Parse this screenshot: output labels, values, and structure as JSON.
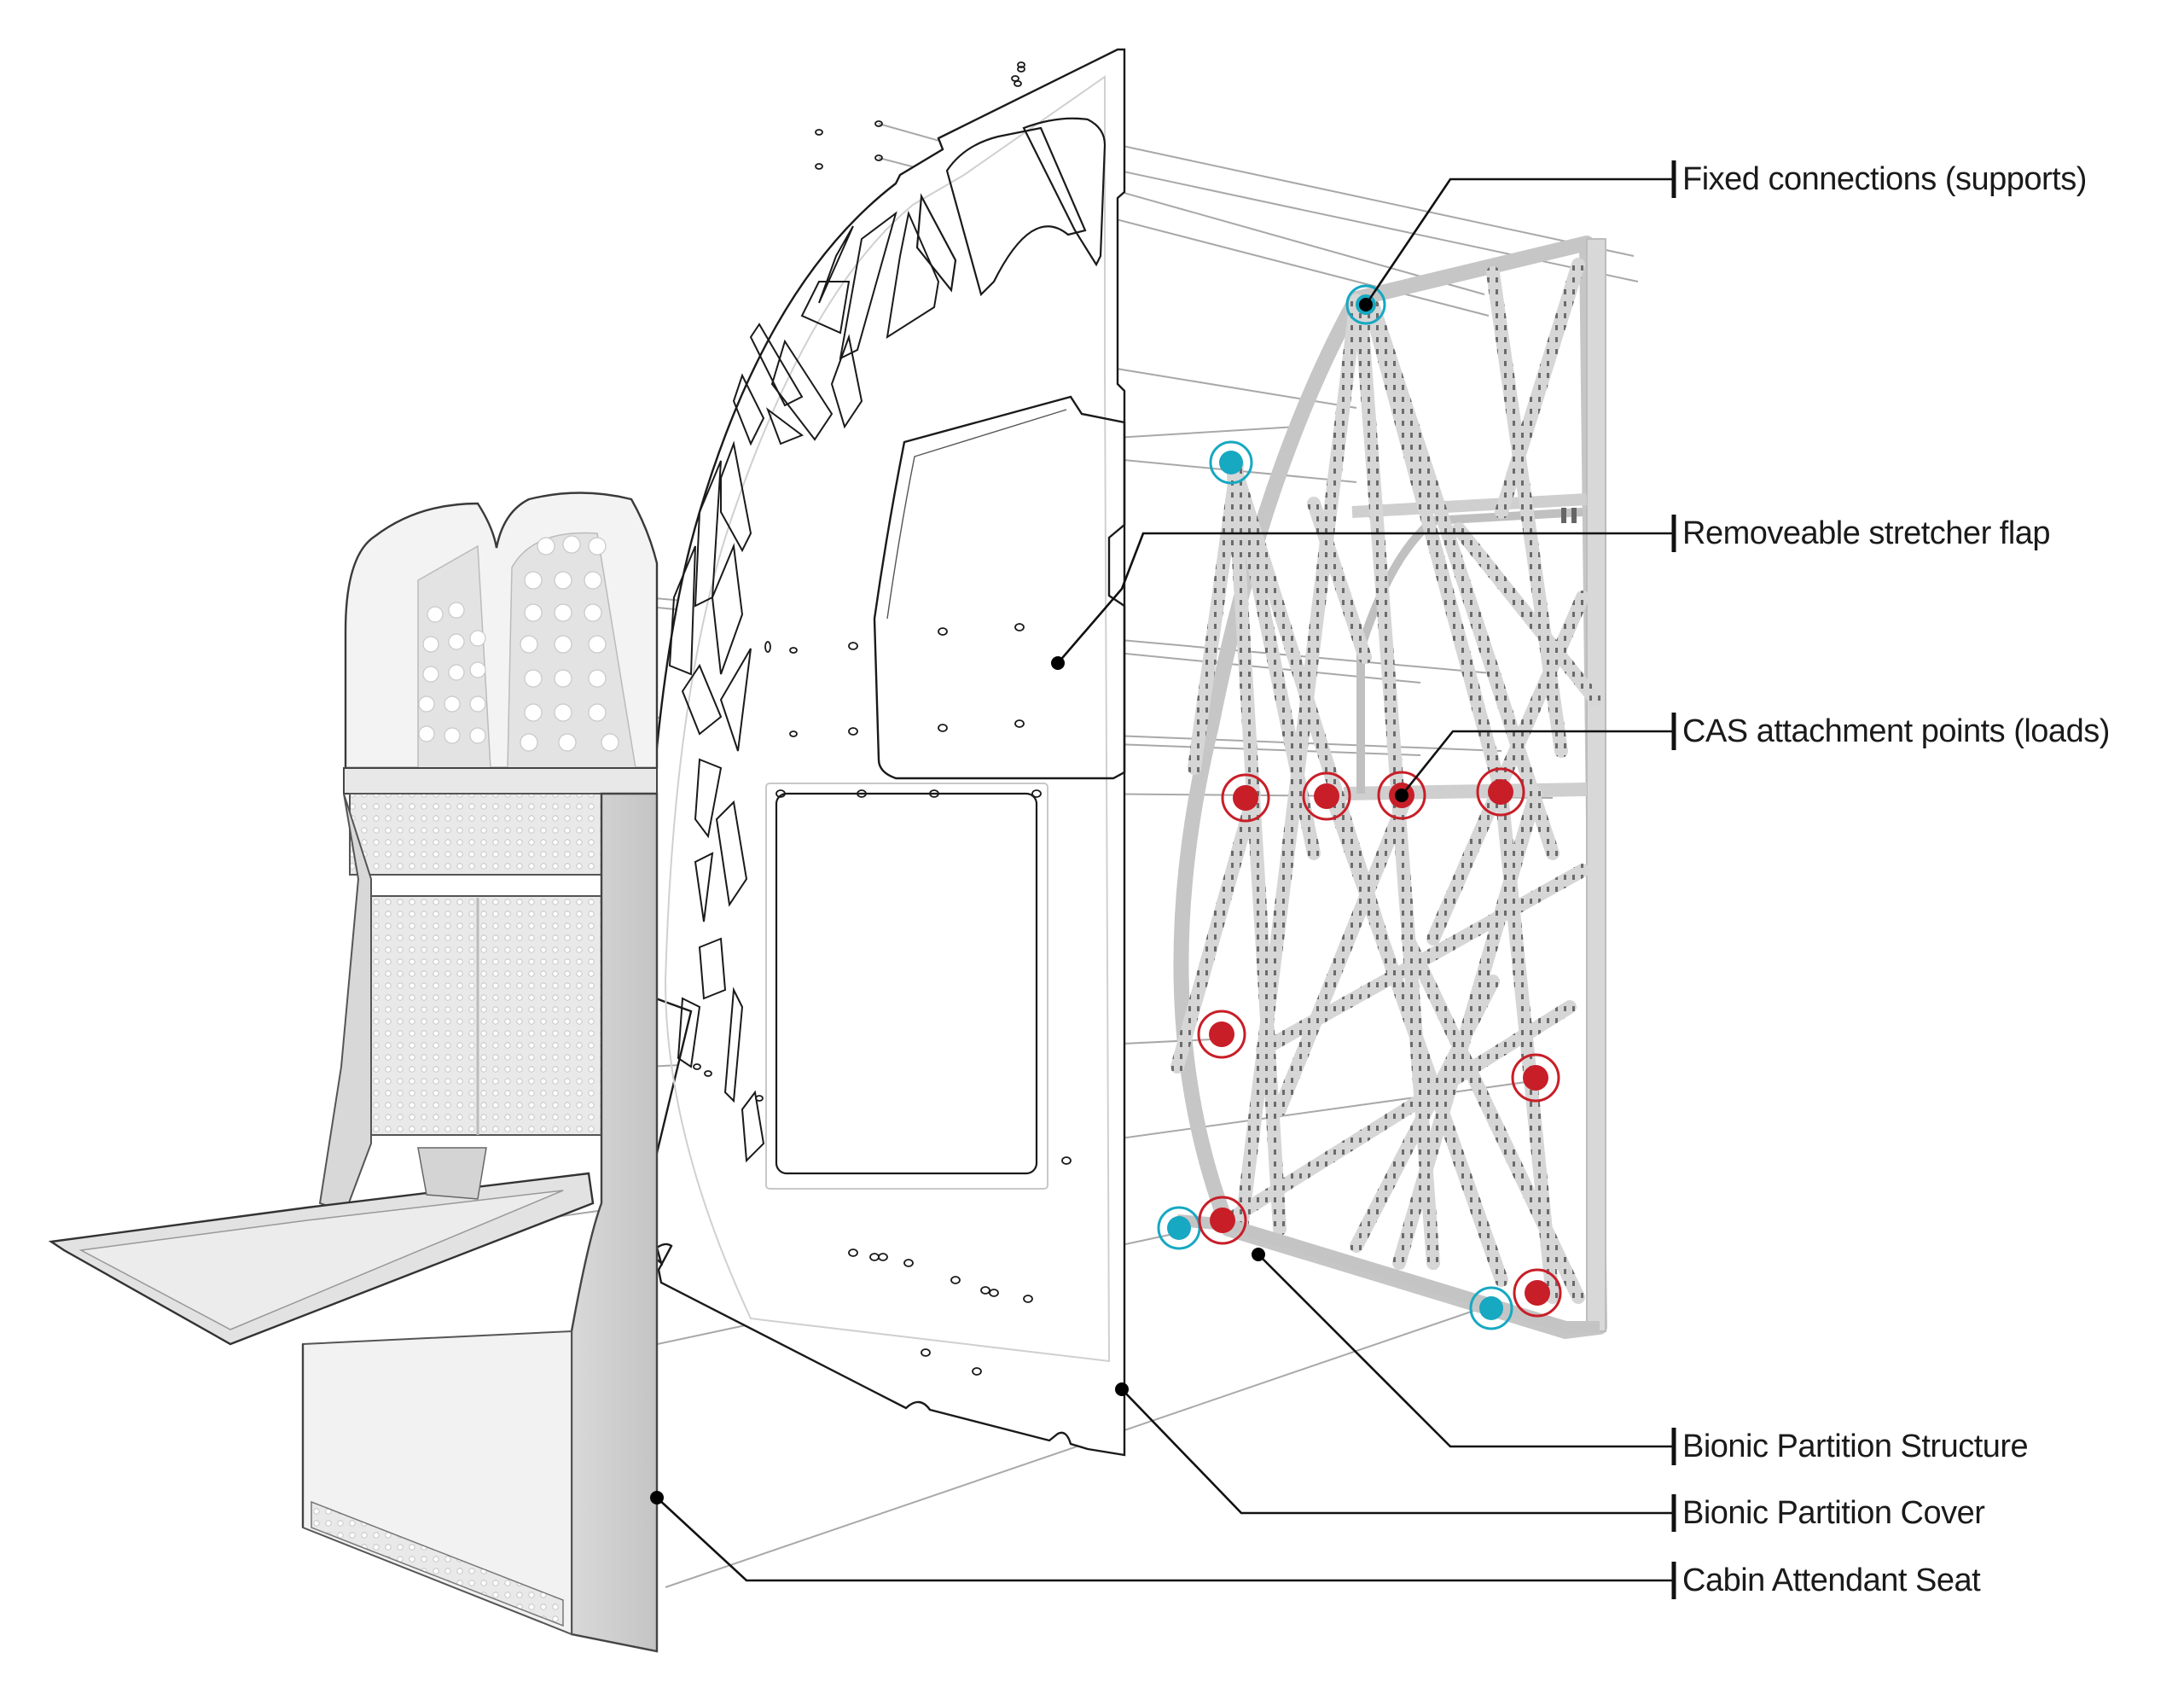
{
  "diagram": {
    "title": "Exploded view: Cabin Attendant Seat with Bionic Partition",
    "colors": {
      "support_marker": "#17a8c2",
      "load_marker": "#c81e28",
      "leader_line": "#111111",
      "structure_gray": "#d4d4d4"
    },
    "callouts": [
      {
        "id": "fixed-connections",
        "label": "Fixed connections (supports)",
        "marker": "support"
      },
      {
        "id": "stretcher-flap",
        "label": "Removeable stretcher flap",
        "marker": "dot"
      },
      {
        "id": "cas-attachment",
        "label": "CAS attachment points (loads)",
        "marker": "load"
      },
      {
        "id": "partition-structure",
        "label": "Bionic Partition Structure",
        "marker": "dot"
      },
      {
        "id": "partition-cover",
        "label": "Bionic Partition Cover",
        "marker": "dot"
      },
      {
        "id": "attendant-seat",
        "label": "Cabin Attendant Seat",
        "marker": "dot"
      }
    ],
    "components": [
      {
        "name": "Cabin Attendant Seat",
        "role": "foreground"
      },
      {
        "name": "Bionic Partition Cover",
        "role": "middle"
      },
      {
        "name": "Bionic Partition Structure",
        "role": "background"
      }
    ],
    "marker_counts": {
      "supports": 4,
      "loads": 8
    }
  }
}
